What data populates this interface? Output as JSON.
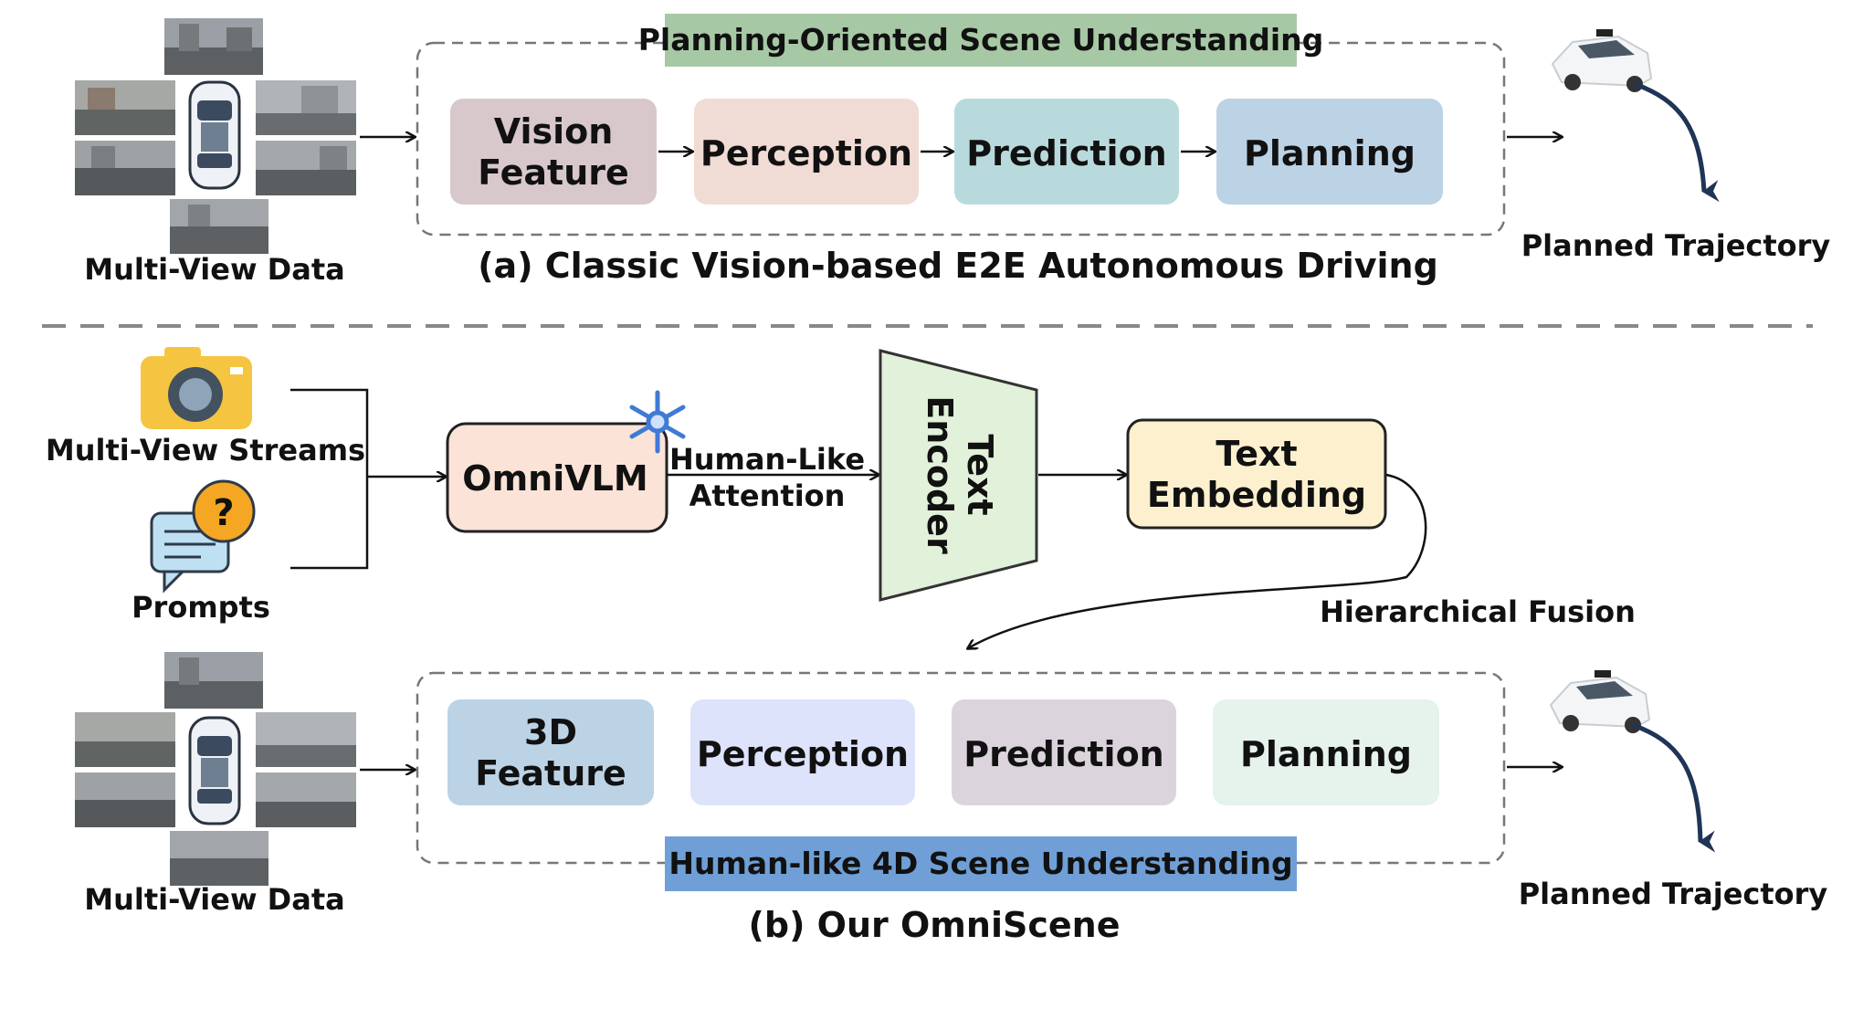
{
  "top": {
    "header": "Planning-Oriented Scene Understanding",
    "input_label": "Multi-View Data",
    "blocks": [
      {
        "line1": "Vision",
        "line2": "Feature",
        "color": "#d8c8cc"
      },
      {
        "line1": "Perception",
        "color": "#f1dcd5"
      },
      {
        "line1": "Prediction",
        "color": "#b9dadc"
      },
      {
        "line1": "Planning",
        "color": "#bcd3e6"
      }
    ],
    "output_label": "Planned Trajectory",
    "caption": "(a) Classic Vision-based E2E Autonomous Driving",
    "header_color": "#a7c8a4"
  },
  "bottom": {
    "streams_label": "Multi-View Streams",
    "prompts_label": "Prompts",
    "omnivlm": "OmniVLM",
    "attention_line1": "Human-Like",
    "attention_line2": "Attention",
    "encoder_line1": "Text",
    "encoder_line2": "Encoder",
    "embedding_line1": "Text",
    "embedding_line2": "Embedding",
    "fusion_label": "Hierarchical Fusion",
    "input_label": "Multi-View Data",
    "blocks": [
      {
        "line1": "3D",
        "line2": "Feature",
        "color": "#bcd3e6"
      },
      {
        "line1": "Perception",
        "color": "#dde3fb"
      },
      {
        "line1": "Prediction",
        "color": "#dcd4dc"
      },
      {
        "line1": "Planning",
        "color": "#e6f2ec"
      }
    ],
    "footer": "Human-like 4D Scene Understanding",
    "footer_color": "#6f9fd6",
    "output_label": "Planned Trajectory",
    "caption": "(b) Our OmniScene"
  },
  "colors": {
    "omnivlm_fill": "#fbe3d8",
    "encoder_fill": "#e2f1d9",
    "embedding_fill": "#fdf0cf",
    "camera": "#f5c542",
    "arrow_dark": "#1f3556"
  },
  "icons": [
    "car-top-view-icon",
    "car-3d-icon",
    "camera-icon",
    "chat-question-icon",
    "snowflake-icon"
  ]
}
